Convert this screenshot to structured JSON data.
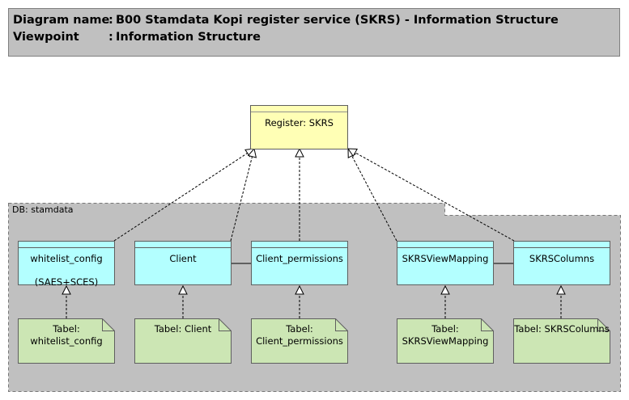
{
  "header": {
    "diagram_name_label": "Diagram name",
    "diagram_name_value": "B00 Stamdata Kopi register service (SKRS) - Information Structure",
    "viewpoint_label": "Viewpoint",
    "viewpoint_value": "Information Structure",
    "separator": ":"
  },
  "group": {
    "label": "DB: stamdata"
  },
  "register": {
    "label": "Register: SKRS"
  },
  "tables": [
    {
      "name": "whitelist_config-box",
      "lines": [
        "whitelist_config",
        "(SAES+SCES)"
      ]
    },
    {
      "name": "client-box",
      "lines": [
        "Client"
      ]
    },
    {
      "name": "client-permissions-box",
      "lines": [
        "Client_permissions"
      ]
    },
    {
      "name": "skrs-view-mapping-box",
      "lines": [
        "SKRSViewMapping"
      ]
    },
    {
      "name": "skrs-columns-box",
      "lines": [
        "SKRSColumns"
      ]
    }
  ],
  "notes": [
    {
      "lines": [
        "Tabel:",
        "whitelist_config"
      ]
    },
    {
      "lines": [
        "Tabel: Client"
      ]
    },
    {
      "lines": [
        "Tabel:",
        "Client_permissions"
      ]
    },
    {
      "lines": [
        "Tabel:",
        "SKRSViewMapping"
      ]
    },
    {
      "lines": [
        "Tabel: SKRSColumns"
      ]
    }
  ],
  "colors": {
    "header_bg": "#c0c0c0",
    "group_bg": "#c0c0c0",
    "table_fill": "#b3ffff",
    "register_fill": "#ffffb5",
    "note_fill": "#cce6b4"
  }
}
